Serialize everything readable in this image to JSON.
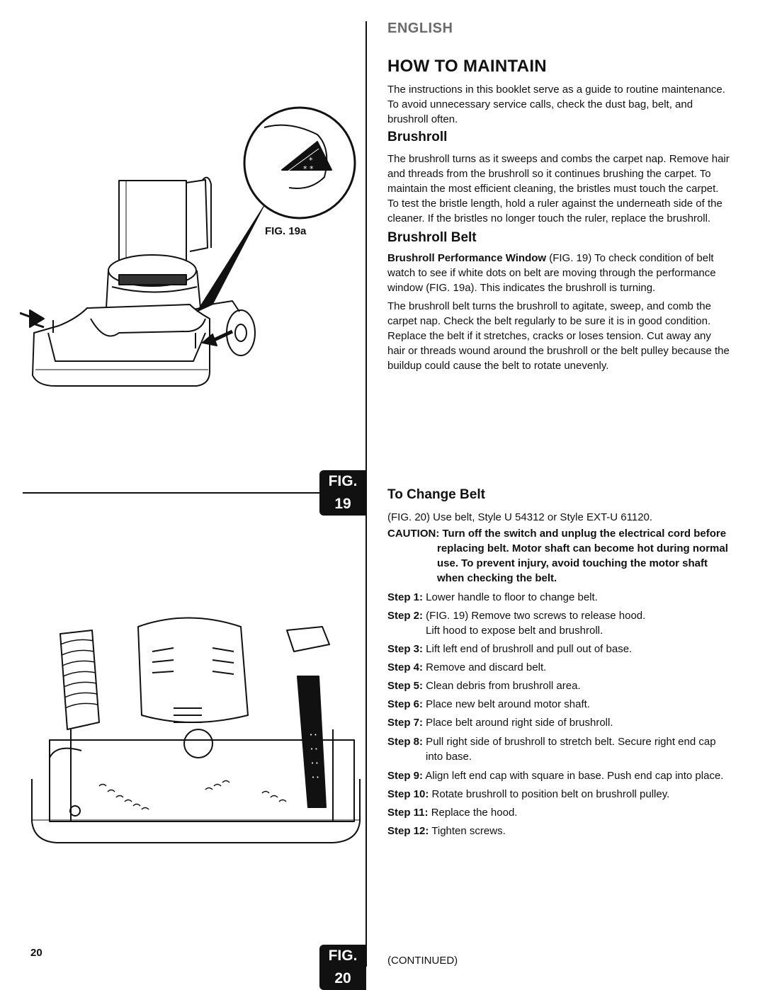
{
  "header": {
    "language": "ENGLISH",
    "title": "HOW TO MAINTAIN"
  },
  "intro": "The instructions in this booklet serve as a guide to routine maintenance. To avoid unnecessary service calls, check the dust bag, belt, and brushroll often.",
  "brushroll": {
    "heading": "Brushroll",
    "text": "The brushroll turns as it sweeps and combs the carpet nap. Remove hair and threads from the brushroll so it continues brushing the carpet. To maintain the most efficient cleaning, the bristles must touch the carpet. To test the bristle length, hold a ruler against the underneath side of the cleaner. If the bristles no longer touch the ruler, replace the brushroll."
  },
  "brushroll_belt": {
    "heading": "Brushroll Belt",
    "window_label": "Brushroll Performance Window",
    "window_text": " (FIG. 19) To check condition of belt watch to see if white dots on belt are moving through the performance window (FIG. 19a). This indicates the brushroll is turning.",
    "text": "The brushroll belt turns the brushroll to agitate, sweep, and comb the carpet nap. Check the belt regularly to be sure it is in good condition. Replace the belt if it stretches, cracks or loses tension. Cut away any hair or threads wound around the brushroll or the belt pulley because the buildup could cause the belt to rotate unevenly."
  },
  "change_belt": {
    "heading": "To Change Belt",
    "note": "(FIG. 20) Use belt, Style U 54312 or Style EXT-U 61120.",
    "caution_first": "CAUTION: Turn off the switch and unplug the electrical cord before",
    "caution_rest": "replacing belt. Motor shaft can become hot during normal use. To prevent injury, avoid touching the motor shaft when checking the belt.",
    "steps": [
      {
        "label": "Step 1:",
        "text": " Lower handle to floor to change belt.",
        "cont": ""
      },
      {
        "label": "Step 2:",
        "text": " (FIG. 19) Remove two screws to release hood.",
        "cont": "Lift hood to expose belt and brushroll."
      },
      {
        "label": "Step 3:",
        "text": " Lift left end of brushroll and pull out of base.",
        "cont": ""
      },
      {
        "label": "Step 4:",
        "text": " Remove and discard belt.",
        "cont": ""
      },
      {
        "label": "Step 5:",
        "text": " Clean debris from brushroll area.",
        "cont": ""
      },
      {
        "label": "Step 6:",
        "text": " Place new belt around motor shaft.",
        "cont": ""
      },
      {
        "label": "Step 7:",
        "text": " Place belt around right side of brushroll.",
        "cont": ""
      },
      {
        "label": "Step 8:",
        "text": " Pull right side of brushroll to stretch belt. Secure right end cap",
        "cont": "into base."
      },
      {
        "label": "Step 9:",
        "text": " Align left end cap with square in base. Push end cap into place.",
        "cont": ""
      },
      {
        "label": "Step 10:",
        "text": " Rotate brushroll to position belt on brushroll pulley.",
        "cont": ""
      },
      {
        "label": "Step 11:",
        "text": " Replace the hood.",
        "cont": ""
      },
      {
        "label": "Step 12:",
        "text": " Tighten screws.",
        "cont": ""
      }
    ]
  },
  "figures": {
    "fig19a": "FIG. 19a",
    "fig19": "FIG. 19",
    "fig20": "FIG. 20"
  },
  "footer": {
    "page_number": "20",
    "continued": "(CONTINUED)"
  }
}
